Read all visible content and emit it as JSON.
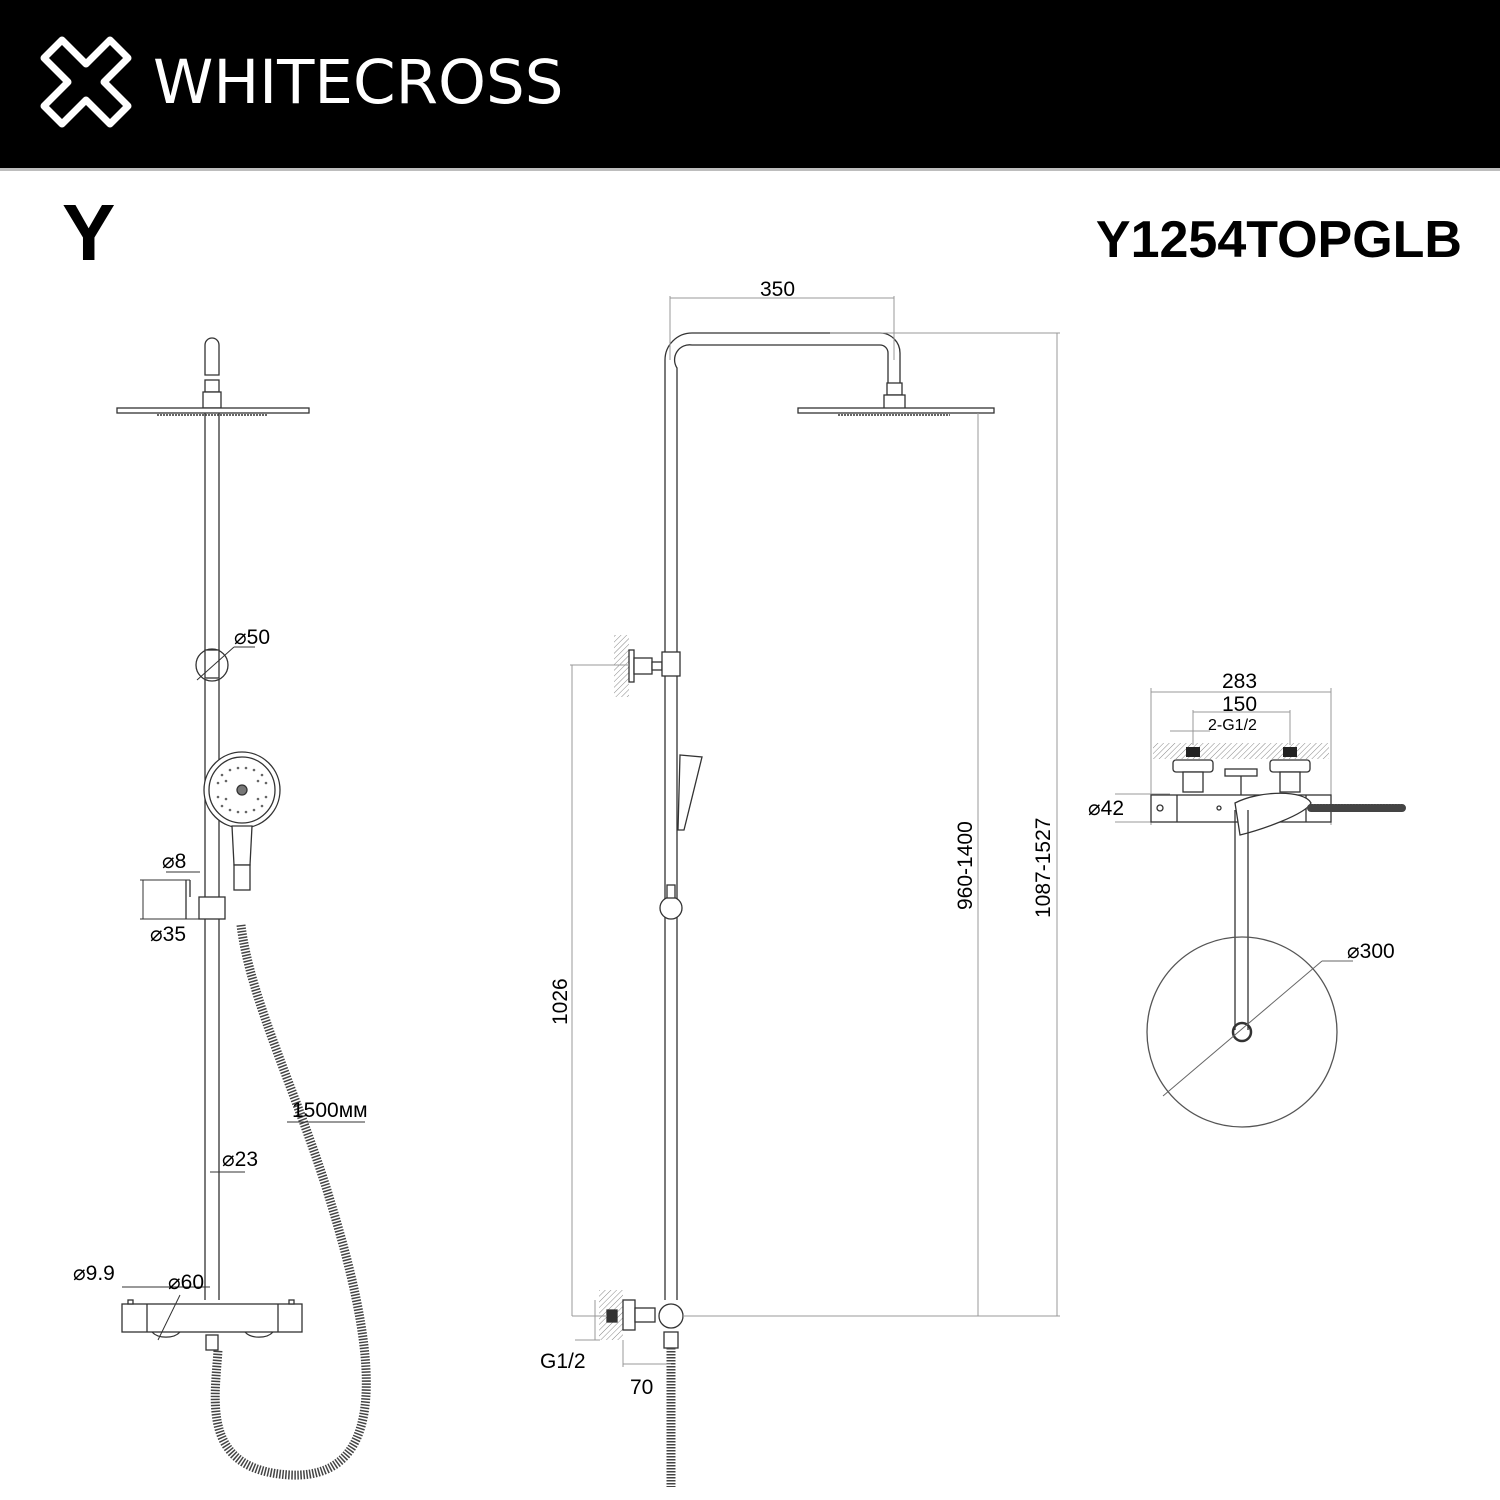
{
  "header": {
    "brand": "WHITECROSS",
    "logo_icon": "x-cross-logo-icon",
    "background": "#000000",
    "text_color": "#ffffff"
  },
  "title": {
    "series": "Y",
    "model": "Y1254TOPGLB"
  },
  "front_view": {
    "labels": {
      "slider_diameter": "⌀50",
      "hook_diameter": "⌀8",
      "holder_diameter": "⌀35",
      "hose_length": "1500мм",
      "pipe_diameter": "⌀23",
      "outlet_diameter": "⌀9.9",
      "handle_diameter": "⌀60"
    }
  },
  "side_view": {
    "labels": {
      "arm_length": "350",
      "height_range_head": "960-1400",
      "height_range_total": "1087-1527",
      "bracket_height": "1026",
      "thread": "G1/2",
      "wall_offset": "70"
    }
  },
  "top_view": {
    "labels": {
      "overall_width": "283",
      "inlet_spacing": "150",
      "inlets": "2-G1/2",
      "body_diameter": "⌀42",
      "head_diameter": "⌀300"
    }
  }
}
